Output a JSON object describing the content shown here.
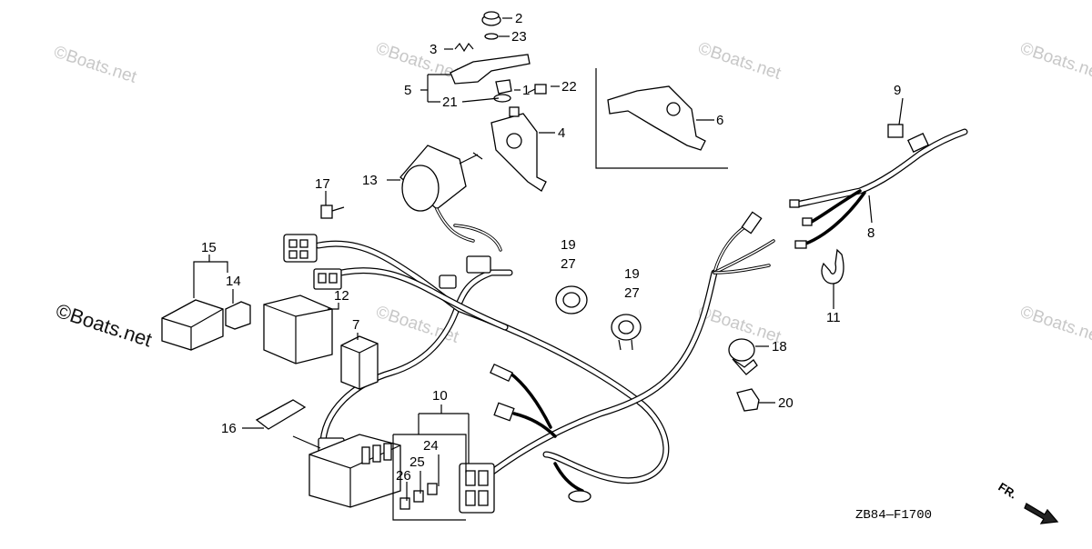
{
  "diagram": {
    "drawing_code": "ZB84—F1700",
    "direction_label": "FR.",
    "watermark": "©Boats.net",
    "watermark_main": "©Boats.net",
    "part_numbers": {
      "p1": "1",
      "p2": "2",
      "p3": "3",
      "p4": "4",
      "p5": "5",
      "p6": "6",
      "p7": "7",
      "p8": "8",
      "p9": "9",
      "p10": "10",
      "p11": "11",
      "p12": "12",
      "p13": "13",
      "p14": "14",
      "p15": "15",
      "p16": "16",
      "p17": "17",
      "p18": "18",
      "p19a": "19",
      "p19b": "19",
      "p20": "20",
      "p21": "21",
      "p22": "22",
      "p23": "23",
      "p24": "24",
      "p25": "25",
      "p26": "26",
      "p27a": "27",
      "p27b": "27"
    }
  }
}
